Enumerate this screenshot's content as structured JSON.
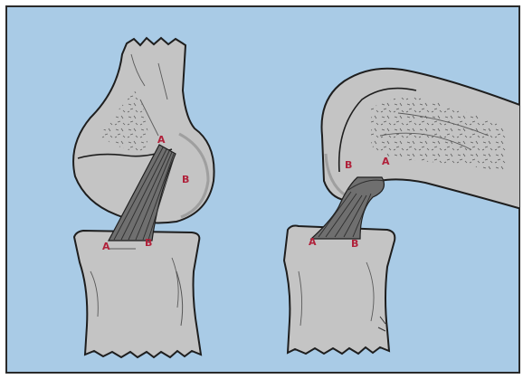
{
  "colors": {
    "background": "#a9cbe6",
    "frame": "#2a2a2a",
    "bone_fill": "#c4c4c4",
    "bone_outline": "#1e1e1e",
    "ligament": "#6f6f6f",
    "label": "#b0213a"
  },
  "left_view": {
    "femur_point_a": "A",
    "femur_point_b": "B",
    "tibia_point_a": "A",
    "tibia_point_b": "B"
  },
  "right_view": {
    "femur_point_b": "B",
    "femur_point_a": "A",
    "tibia_point_a": "A",
    "tibia_point_b": "B"
  }
}
